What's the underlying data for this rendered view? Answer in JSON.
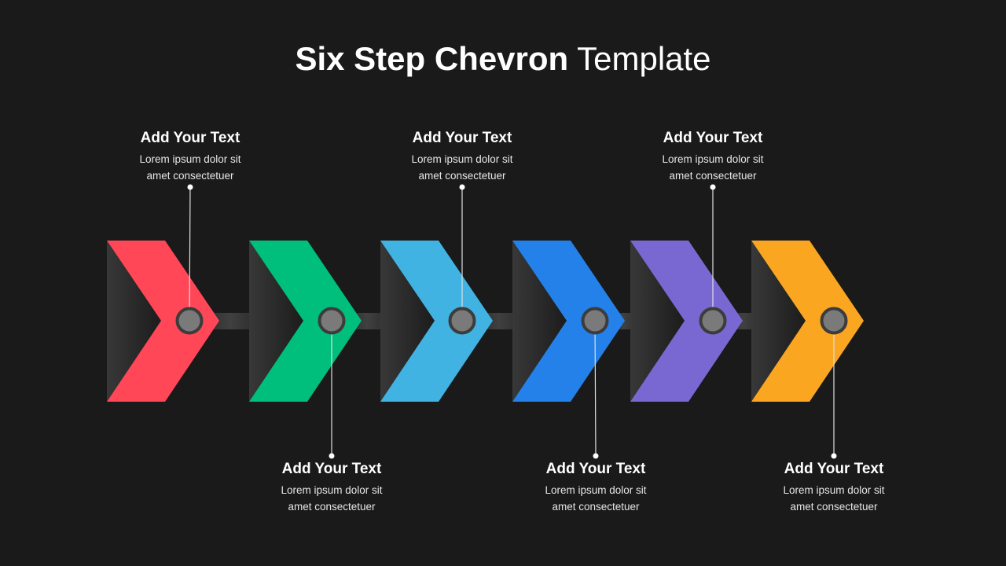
{
  "title": {
    "bold": "Six Step Chevron",
    "normal": "Template"
  },
  "colors": {
    "background": "#1a1a1a",
    "connector": "#3a3a3a",
    "node_fill": "#7a7a7a",
    "node_ring": "#3c3c3c",
    "leader_line": "#e0e0e0"
  },
  "steps": [
    {
      "color": "#ff4757",
      "label_position": "top",
      "heading": "Add Your Text",
      "body_line1": "Lorem ipsum dolor sit",
      "body_line2": "amet consectetuer"
    },
    {
      "color": "#00bf7d",
      "label_position": "bottom",
      "heading": "Add Your Text",
      "body_line1": "Lorem ipsum dolor sit",
      "body_line2": "amet consectetuer"
    },
    {
      "color": "#41b3e3",
      "label_position": "top",
      "heading": "Add Your Text",
      "body_line1": "Lorem ipsum dolor sit",
      "body_line2": "amet consectetuer"
    },
    {
      "color": "#2581ea",
      "label_position": "bottom",
      "heading": "Add Your Text",
      "body_line1": "Lorem ipsum dolor sit",
      "body_line2": "amet consectetuer"
    },
    {
      "color": "#7a68d2",
      "label_position": "top",
      "heading": "Add Your Text",
      "body_line1": "Lorem ipsum dolor sit",
      "body_line2": "amet consectetuer"
    },
    {
      "color": "#fba621",
      "label_position": "bottom",
      "heading": "Add Your Text",
      "body_line1": "Lorem ipsum dolor sit",
      "body_line2": "amet consectetuer"
    }
  ]
}
